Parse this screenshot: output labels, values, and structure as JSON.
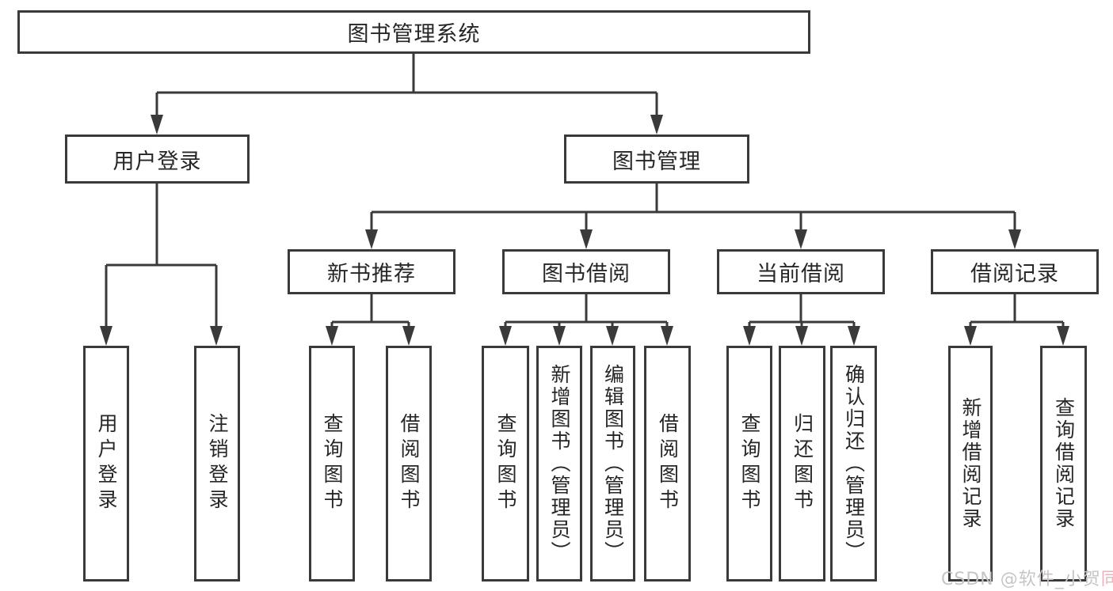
{
  "page": {
    "background": "#ffffff"
  },
  "diagram": {
    "type": "hierarchy-diagram",
    "tree": {
      "label": "图书管理系统",
      "children": [
        {
          "label": "用户登录",
          "children": [
            {
              "label": "用户登录"
            },
            {
              "label": "注销登录"
            }
          ]
        },
        {
          "label": "图书管理",
          "children": [
            {
              "label": "新书推荐",
              "children": [
                {
                  "label": "查询图书"
                },
                {
                  "label": "借阅图书"
                }
              ]
            },
            {
              "label": "图书借阅",
              "children": [
                {
                  "label": "查询图书"
                },
                {
                  "label": "新增图书（管理员）"
                },
                {
                  "label": "编辑图书（管理员）"
                },
                {
                  "label": "借阅图书"
                }
              ]
            },
            {
              "label": "当前借阅",
              "children": [
                {
                  "label": "查询图书"
                },
                {
                  "label": "归还图书"
                },
                {
                  "label": "确认归还（管理员）"
                }
              ]
            },
            {
              "label": "借阅记录",
              "children": [
                {
                  "label": "新增借阅记录"
                },
                {
                  "label": "查询借阅记录"
                }
              ]
            }
          ]
        }
      ]
    },
    "colors": {
      "line": "#3a3a3a",
      "box_border": "#3a3a3a",
      "box_fill": "#ffffff",
      "text": "#262626",
      "watermark_gray": "#c8c4c5",
      "watermark_pink": "#eab3bc"
    }
  },
  "watermark": {
    "prefix": "CSDN @软件_小贺",
    "suffix": "同学"
  }
}
